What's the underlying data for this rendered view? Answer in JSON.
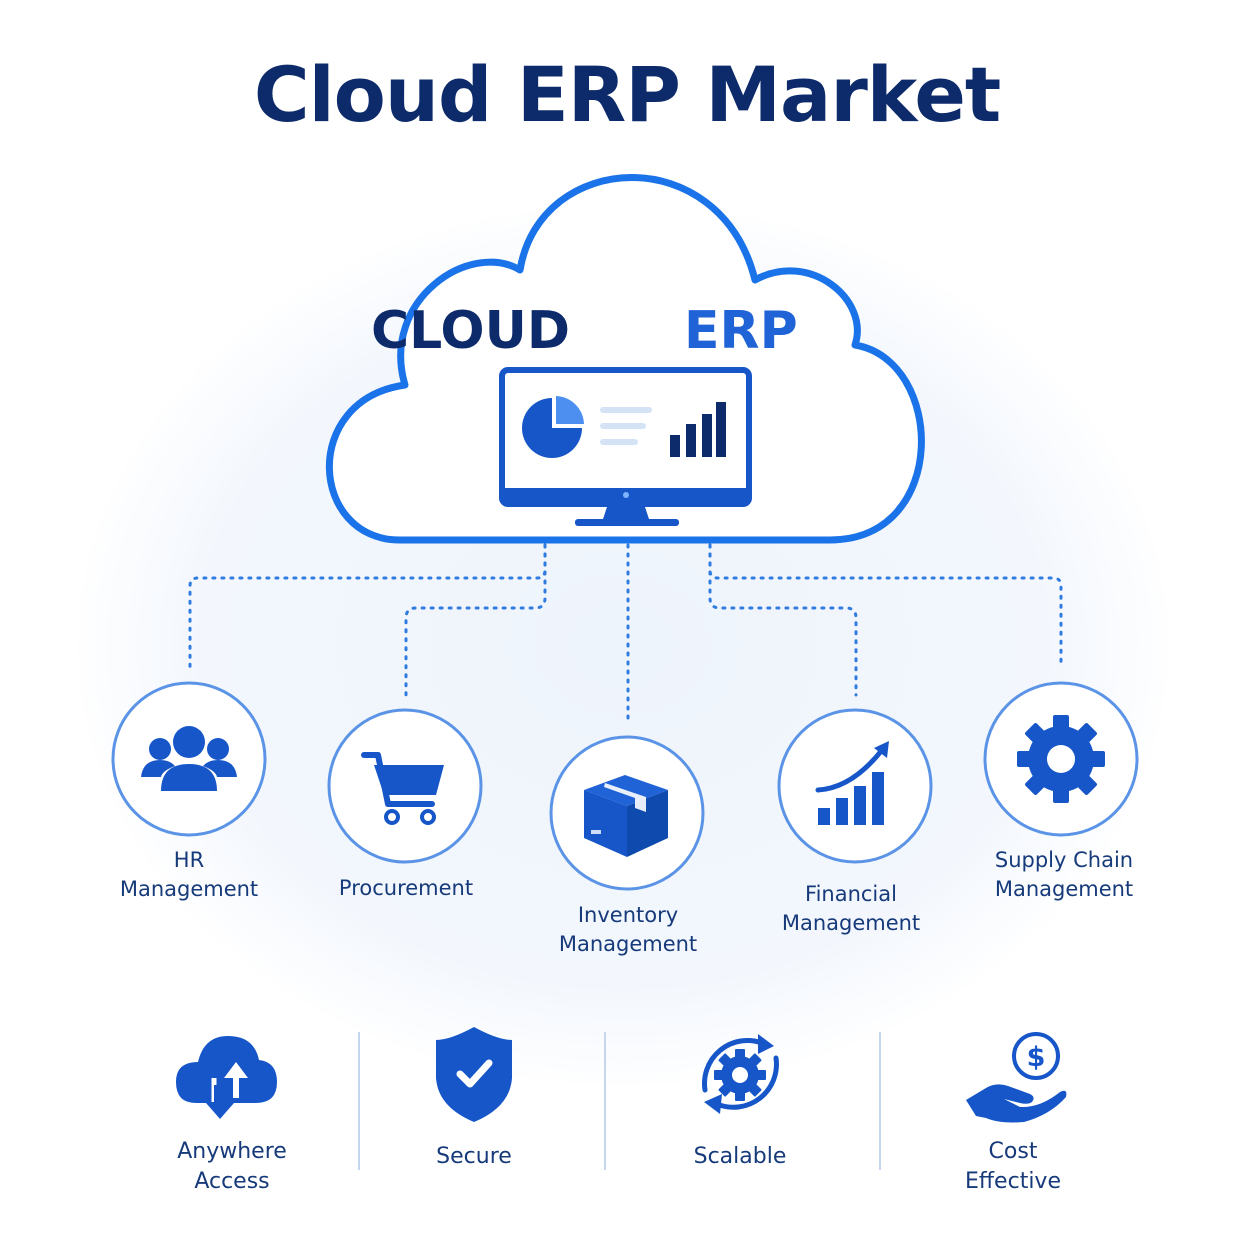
{
  "title": "Cloud ERP Market",
  "cloud": {
    "label_part1": "CLOUD",
    "label_part2": "ERP",
    "icon": "monitor-dashboard-icon"
  },
  "modules": [
    {
      "label_line1": "HR",
      "label_line2": "Management",
      "icon": "people-group-icon"
    },
    {
      "label_line1": "Procurement",
      "label_line2": "",
      "icon": "shopping-cart-icon"
    },
    {
      "label_line1": "Inventory",
      "label_line2": "Management",
      "icon": "package-box-icon"
    },
    {
      "label_line1": "Financial",
      "label_line2": "Management",
      "icon": "growth-chart-icon"
    },
    {
      "label_line1": "Supply Chain",
      "label_line2": "Management",
      "icon": "gear-icon"
    }
  ],
  "features": [
    {
      "label_line1": "Anywhere",
      "label_line2": "Access",
      "icon": "cloud-sync-icon"
    },
    {
      "label_line1": "Secure",
      "label_line2": "",
      "icon": "shield-check-icon"
    },
    {
      "label_line1": "Scalable",
      "label_line2": "",
      "icon": "gear-cycle-icon"
    },
    {
      "label_line1": "Cost",
      "label_line2": "Effective",
      "icon": "hand-dollar-icon"
    }
  ],
  "colors": {
    "title": "#0d2b6b",
    "accent": "#1f63d6",
    "outline": "#1a73e8",
    "ring": "#5b94e6",
    "icon": "#1656c9"
  }
}
